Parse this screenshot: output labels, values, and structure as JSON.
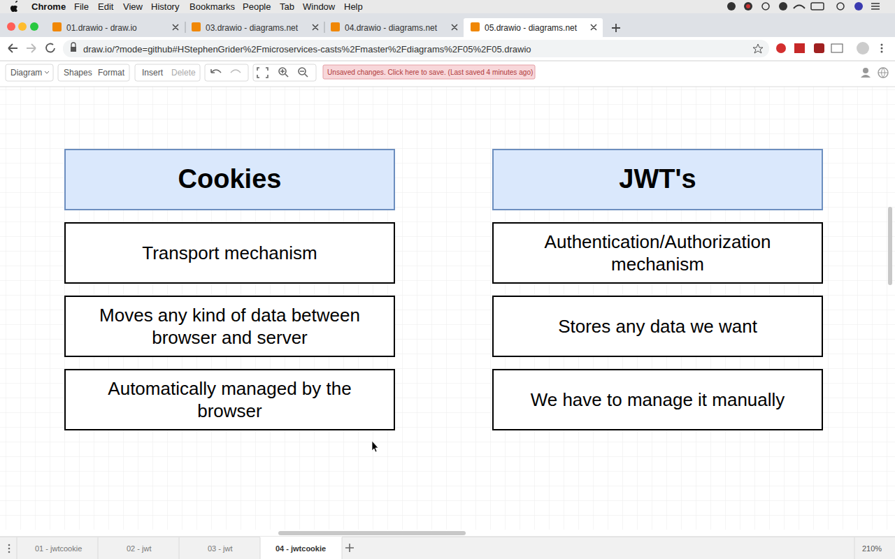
{
  "diagram": {
    "nodes": [
      {
        "text": [
          "Cookies"
        ]
      },
      {
        "text": [
          "Transport mechanism"
        ]
      },
      {
        "text": [
          "Moves any kind of data between browser and server"
        ]
      },
      {
        "text": [
          "Automatically managed by the browser"
        ]
      },
      {
        "text": [
          "JWT's"
        ]
      },
      {
        "text": [
          "Authentication/Authorization mechanism"
        ]
      },
      {
        "text": [
          "Stores any data we want"
        ]
      },
      {
        "text": [
          "We have to manage it manually"
        ]
      }
    ],
    "labels": [
      "Chrome",
      "File",
      "Edit",
      "View",
      "History",
      "Bookmarks",
      "People",
      "Tab",
      "Window",
      "Help",
      "01.drawio - draw.io",
      "03.drawio - diagrams.net",
      "04.drawio - diagrams.net",
      "05.drawio - diagrams.net",
      "draw.io/?mode=github#HStephenGrider%2Fmicroservices-casts%2Fmaster%2Fdiagrams%2F05%2F05.drawio",
      "Diagram",
      "Shapes",
      "Format",
      "Insert",
      "Delete",
      "Unsaved changes. Click here to save. (Last saved 4 minutes ago)",
      "01 - jwtcookie",
      "02 - jwt",
      "03 - jwt",
      "04 - jwtcookie",
      "210%"
    ]
  }
}
